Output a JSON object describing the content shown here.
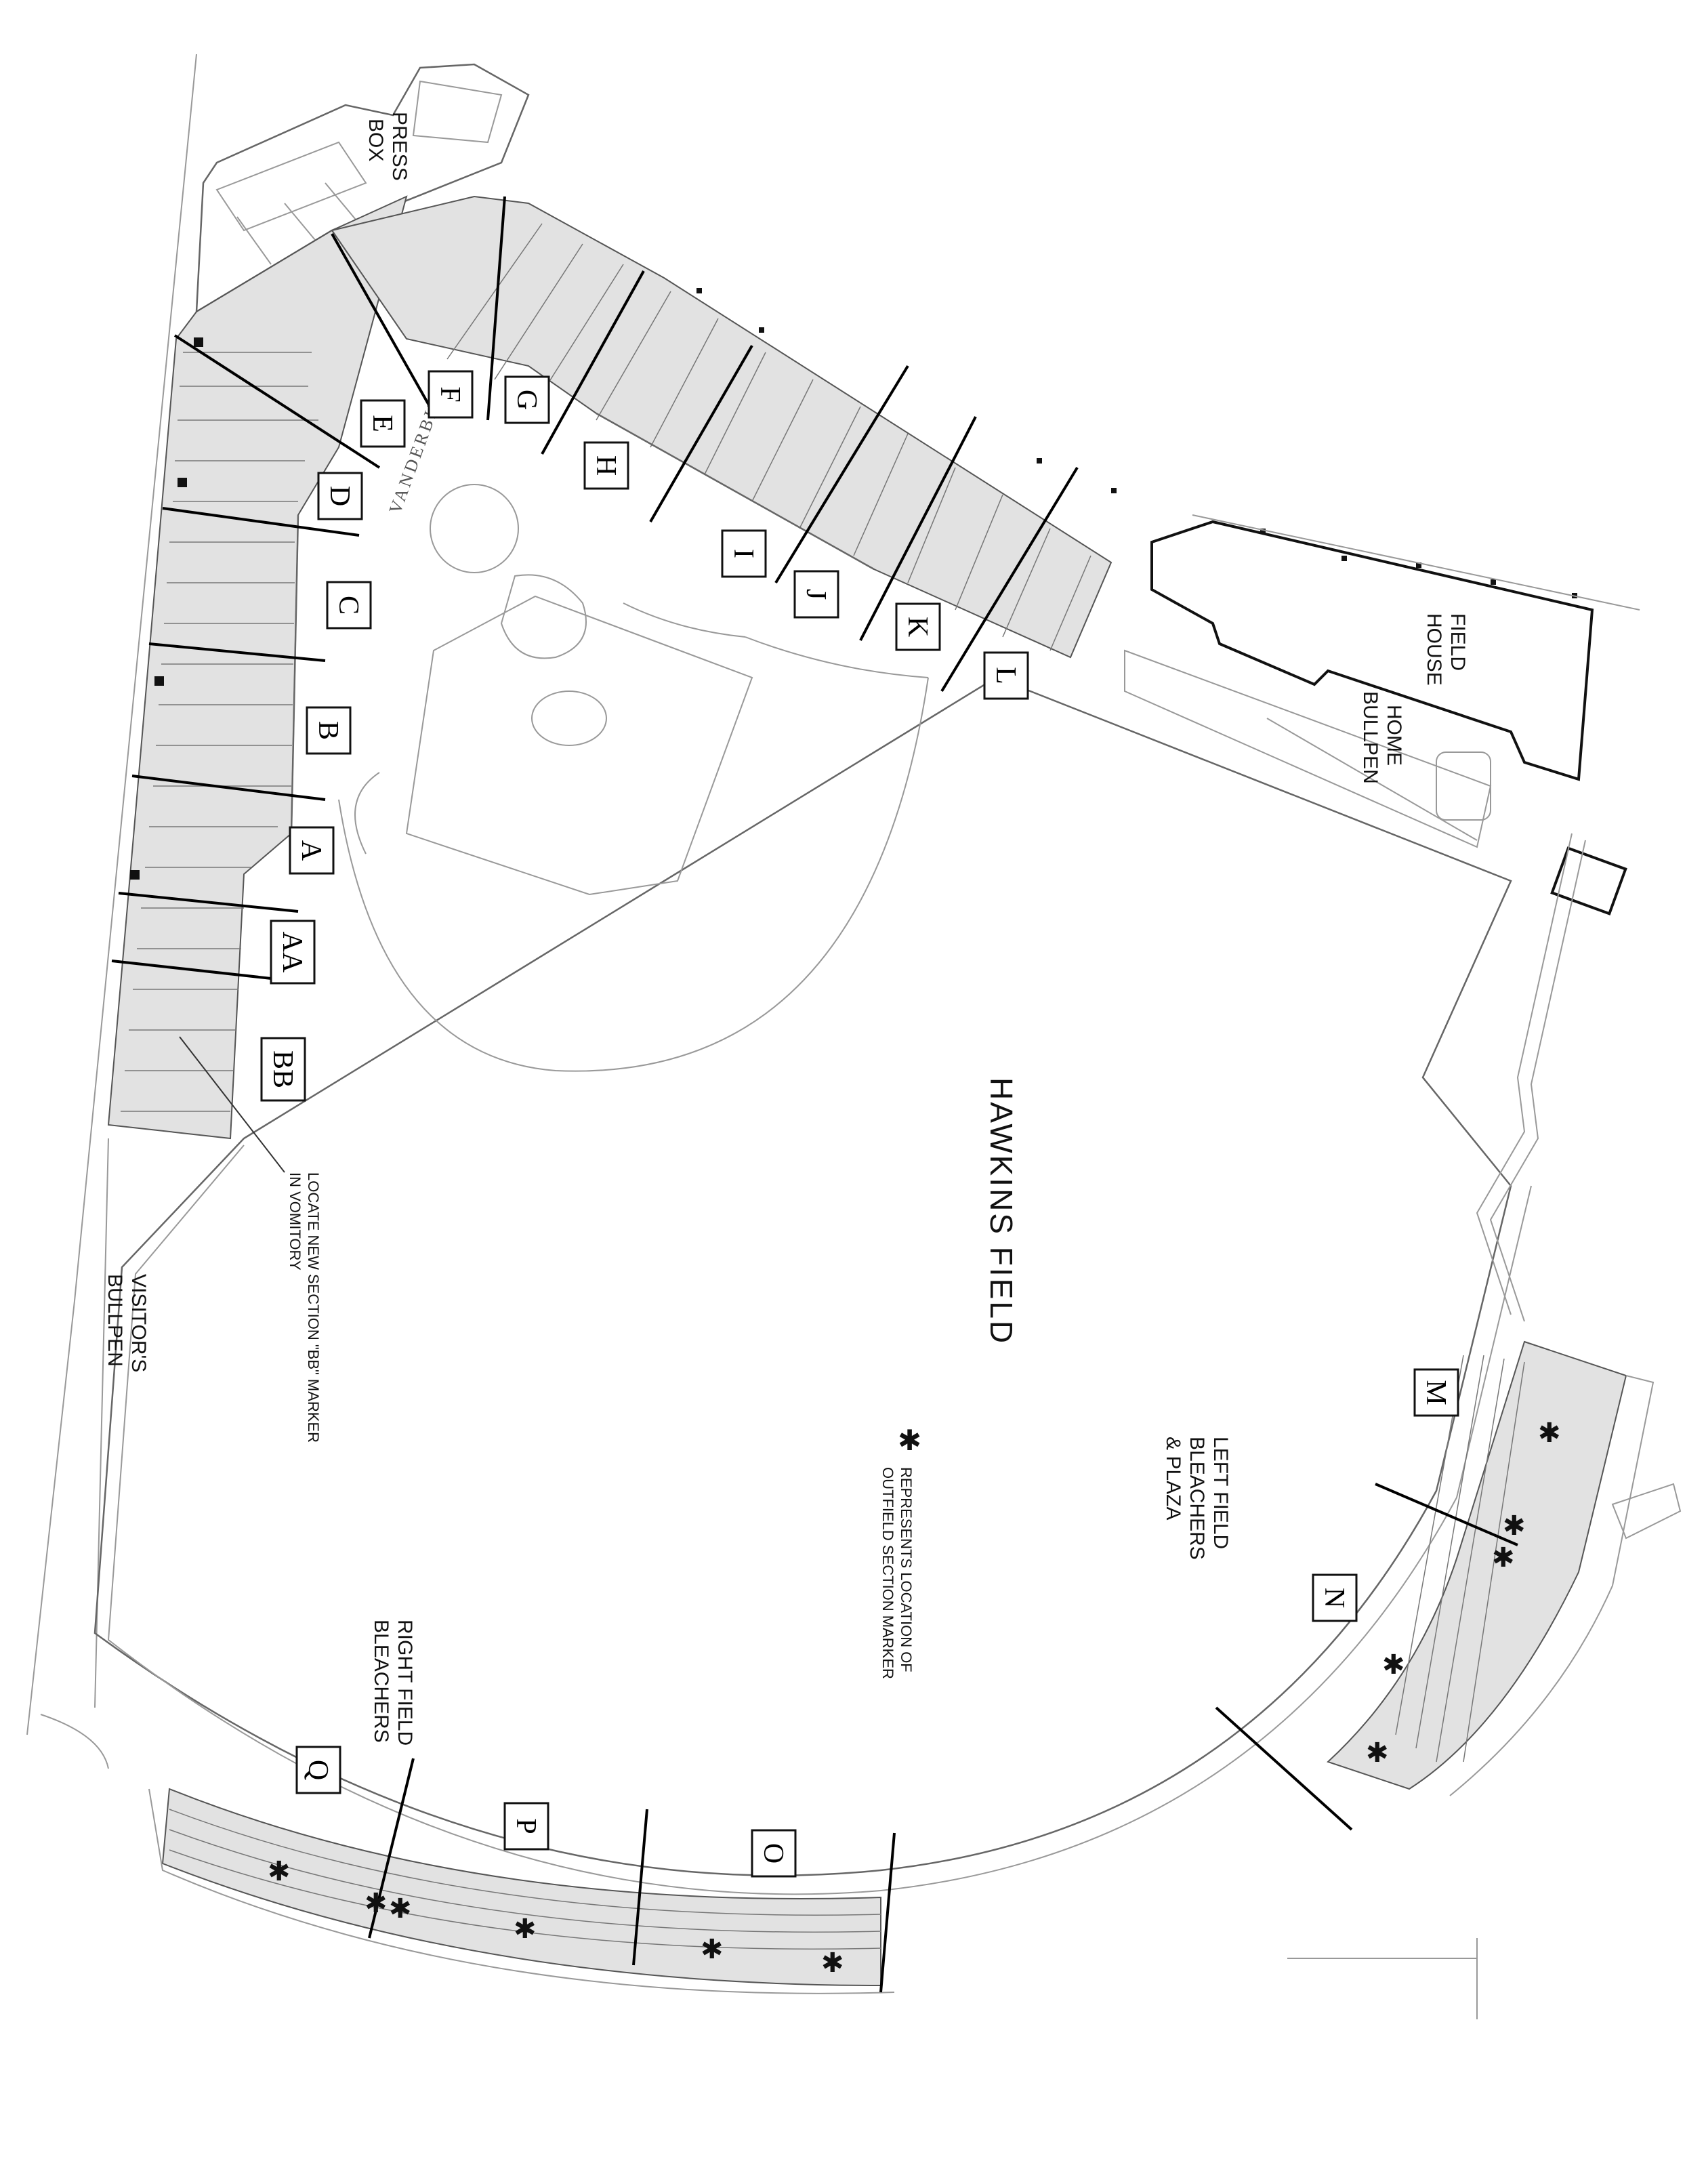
{
  "map": {
    "field_name": "HAWKINS FIELD",
    "colors": {
      "ink": "#111111",
      "seating_fill": "#e2e2e2",
      "line_gray": "#999999"
    },
    "area_labels": {
      "press_box": [
        "PRESS",
        "BOX"
      ],
      "field_house": [
        "FIELD",
        "HOUSE"
      ],
      "home_bullpen": [
        "HOME",
        "BULLPEN"
      ],
      "visitors_bullpen": [
        "VISITOR'S",
        "BULLPEN"
      ],
      "left_field": [
        "LEFT FIELD",
        "BLEACHERS",
        "& PLAZA"
      ],
      "right_field": [
        "RIGHT FIELD",
        "BLEACHERS"
      ]
    },
    "notes": {
      "bb_note": [
        "LOCATE NEW SECTION \"BB\" MARKER",
        "IN VOMITORY"
      ],
      "marker_legend": [
        "REPRESENTS LOCATION OF",
        "OUTFIELD SECTION MARKER"
      ],
      "marker_symbol": "✱"
    },
    "dugout_text": "VANDERBILT",
    "sections": [
      "A",
      "B",
      "C",
      "D",
      "E",
      "F",
      "G",
      "H",
      "I",
      "J",
      "K",
      "L",
      "AA",
      "BB",
      "M",
      "N",
      "O",
      "P",
      "Q"
    ]
  }
}
